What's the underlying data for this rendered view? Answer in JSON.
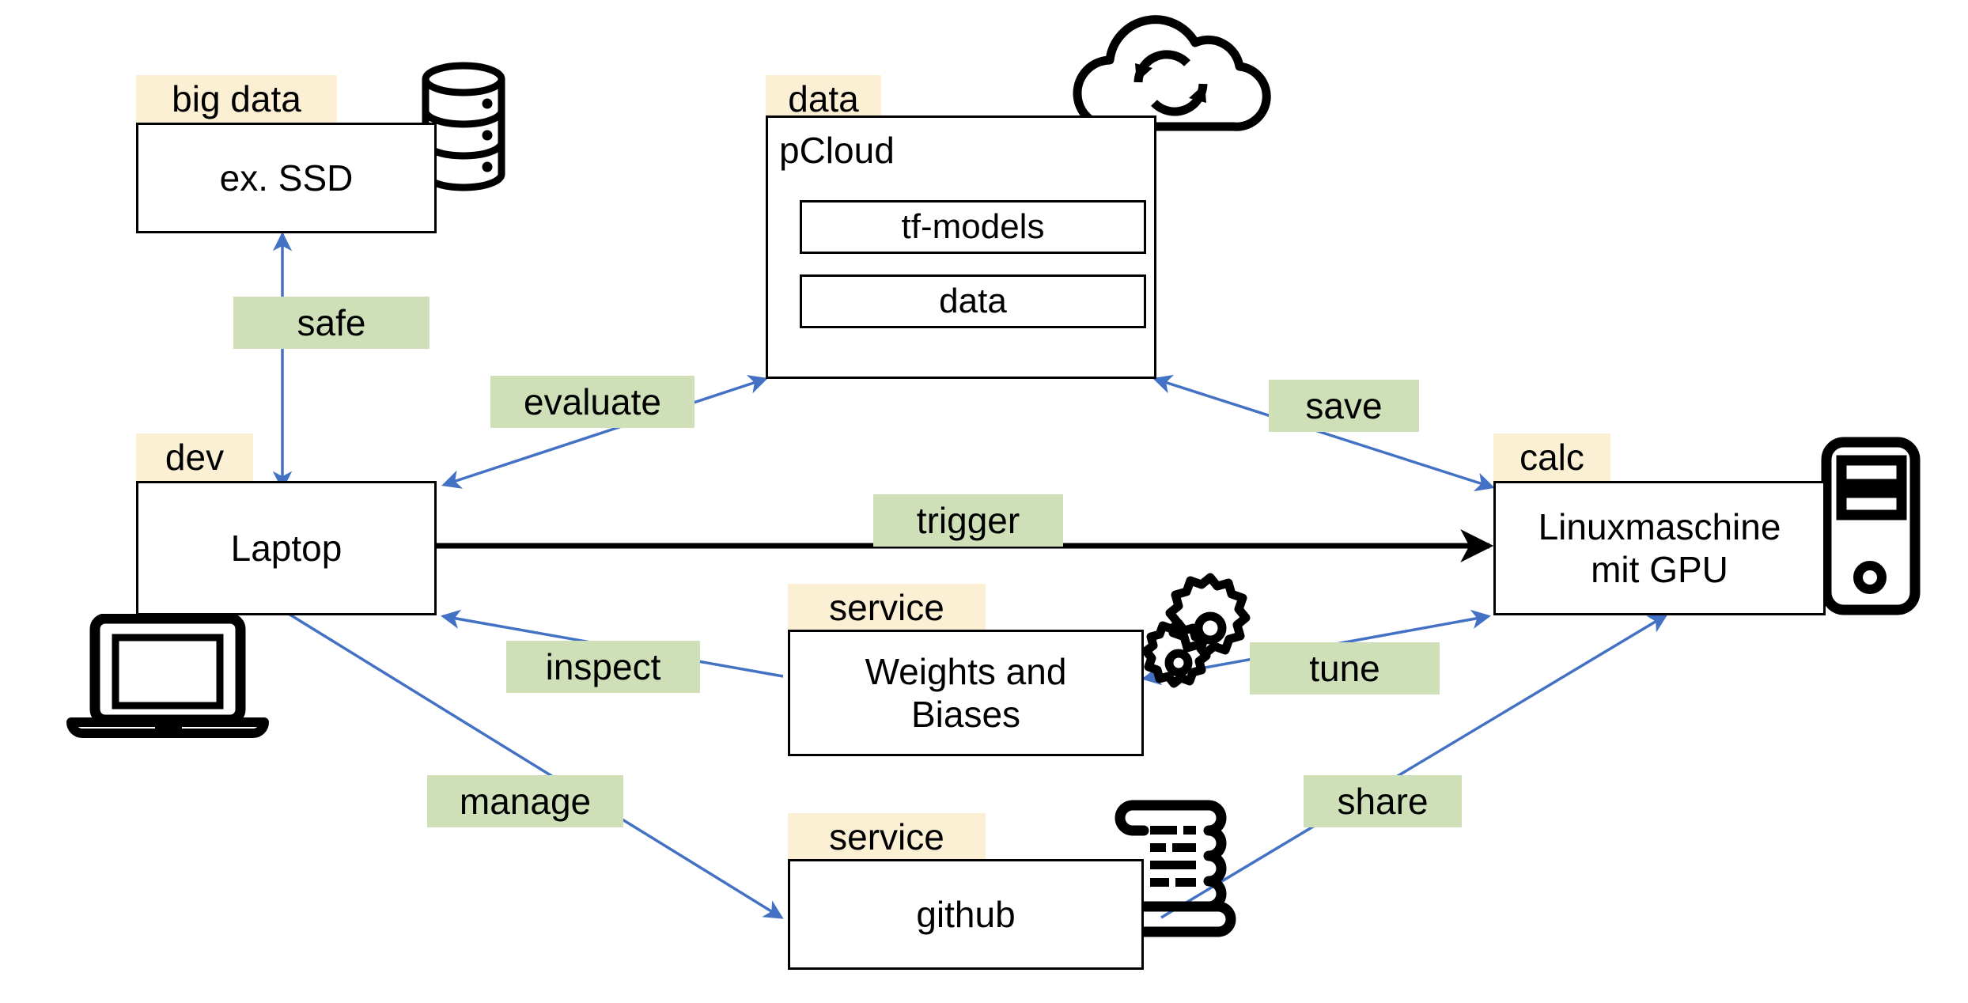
{
  "diagram": {
    "title": "ML workflow infrastructure diagram",
    "colors": {
      "chip_yellow": "#FBF0D4",
      "chip_green": "#CFE0B9",
      "arrow_blue": "#4372C4",
      "arrow_black": "#000000",
      "box_border": "#000000",
      "background": "#FFFFFF"
    },
    "nodes": [
      {
        "id": "bigdata",
        "tag": "big data",
        "label": "ex. SSD",
        "icon": "database-icon"
      },
      {
        "id": "pcloud",
        "tag": "data",
        "label": "pCloud",
        "icon": "cloud-sync-icon",
        "children": [
          {
            "label": "tf-models"
          },
          {
            "label": "data"
          }
        ]
      },
      {
        "id": "laptop",
        "tag": "dev",
        "label": "Laptop",
        "icon": "laptop-icon"
      },
      {
        "id": "linux",
        "tag": "calc",
        "label": "Linuxmaschine\nmit GPU",
        "label_line1": "Linuxmaschine",
        "label_line2": "mit GPU",
        "icon": "desktop-tower-icon"
      },
      {
        "id": "wandb",
        "tag": "service",
        "label": "Weights and\nBiases",
        "label_line1": "Weights and",
        "label_line2": "Biases",
        "icon": "gears-icon"
      },
      {
        "id": "github",
        "tag": "service",
        "label": "github",
        "icon": "scroll-icon"
      }
    ],
    "edges": [
      {
        "id": "safe",
        "label": "safe",
        "from": "laptop",
        "to": "bigdata",
        "style": "blue-bidirectional"
      },
      {
        "id": "evaluate",
        "label": "evaluate",
        "from": "pcloud",
        "to": "laptop",
        "style": "blue-bidirectional"
      },
      {
        "id": "save",
        "label": "save",
        "from": "linux",
        "to": "pcloud",
        "style": "blue-bidirectional"
      },
      {
        "id": "trigger",
        "label": "trigger",
        "from": "laptop",
        "to": "linux",
        "style": "black-arrow"
      },
      {
        "id": "inspect",
        "label": "inspect",
        "from": "wandb",
        "to": "laptop",
        "style": "blue-arrow"
      },
      {
        "id": "tune",
        "label": "tune",
        "from": "linux",
        "to": "wandb",
        "style": "blue-bidirectional"
      },
      {
        "id": "manage",
        "label": "manage",
        "from": "laptop",
        "to": "github",
        "style": "blue-arrow"
      },
      {
        "id": "share",
        "label": "share",
        "from": "github",
        "to": "linux",
        "style": "blue-arrow"
      }
    ]
  }
}
